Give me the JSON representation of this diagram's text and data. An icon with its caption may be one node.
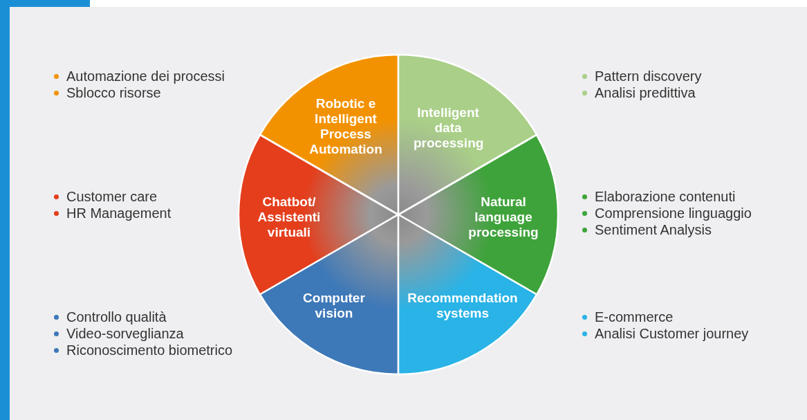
{
  "diagram": {
    "nodes": [
      {
        "text": [
          "Robotic e Intelligent Process Automation"
        ],
        "beside": [
          "Automazione dei processi",
          "Sblocco risorse"
        ]
      },
      {
        "text": [
          "Intelligent data processing"
        ],
        "beside": [
          "Pattern discovery",
          "Analisi predittiva"
        ]
      },
      {
        "text": [
          "Chatbot/ Assistenti virtuali"
        ],
        "beside": [
          "Customer care",
          "HR Management"
        ]
      },
      {
        "text": [
          "Natural language processing"
        ],
        "beside": [
          "Elaborazione contenuti",
          "Comprensione linguaggio",
          "Sentiment Analysis"
        ]
      },
      {
        "text": [
          "Computer vision"
        ],
        "beside": [
          "Controllo qualità",
          "Video-sorveglianza",
          "Riconoscimento biometrico"
        ]
      },
      {
        "text": [
          "Recommendation systems"
        ],
        "beside": [
          "E-commerce",
          "Analisi Customer journey"
        ]
      }
    ],
    "edges": []
  }
}
